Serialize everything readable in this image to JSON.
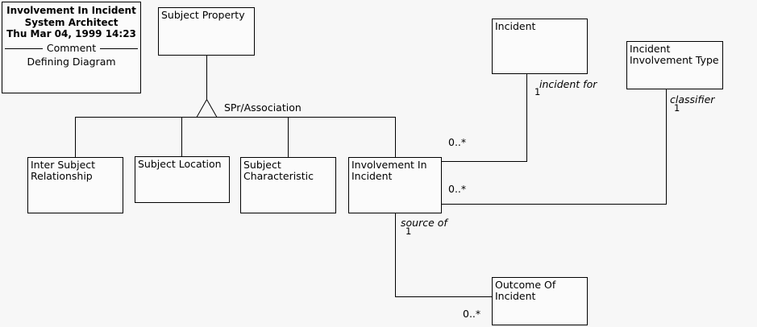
{
  "diagram": {
    "background_color": "#f7f7f7",
    "line_color": "#000000",
    "box_fill_color": "#fbfbfb"
  },
  "title_block": {
    "name": "Involvement In Incident",
    "author": "System Architect",
    "timestamp": "Thu Mar 04, 1999  14:23",
    "separator_label": "Comment",
    "comment": "Defining Diagram"
  },
  "classes": [
    {
      "id": "subject-property",
      "label": "Subject Property"
    },
    {
      "id": "inter-subject-relationship",
      "label": "Inter Subject\nRelationship"
    },
    {
      "id": "subject-location",
      "label": "Subject Location"
    },
    {
      "id": "subject-characteristic",
      "label": "Subject\nCharacteristic"
    },
    {
      "id": "involvement-in-incident",
      "label": "Involvement In\nIncident"
    },
    {
      "id": "incident",
      "label": "Incident"
    },
    {
      "id": "incident-involvement-type",
      "label": "Incident\nInvolvement Type"
    },
    {
      "id": "outcome-of-incident",
      "label": "Outcome Of\nIncident"
    }
  ],
  "relationships": {
    "generalization_label": "SPr/Association",
    "incident_role": "incident for",
    "incident_multiplicity_near": "1",
    "incident_multiplicity_far": "0..*",
    "classifier_role": "classifier",
    "classifier_multiplicity_near": "1",
    "classifier_multiplicity_far": "0..*",
    "source_of_role": "source of",
    "source_of_multiplicity_near": "1",
    "outcome_multiplicity_far": "0..*"
  }
}
